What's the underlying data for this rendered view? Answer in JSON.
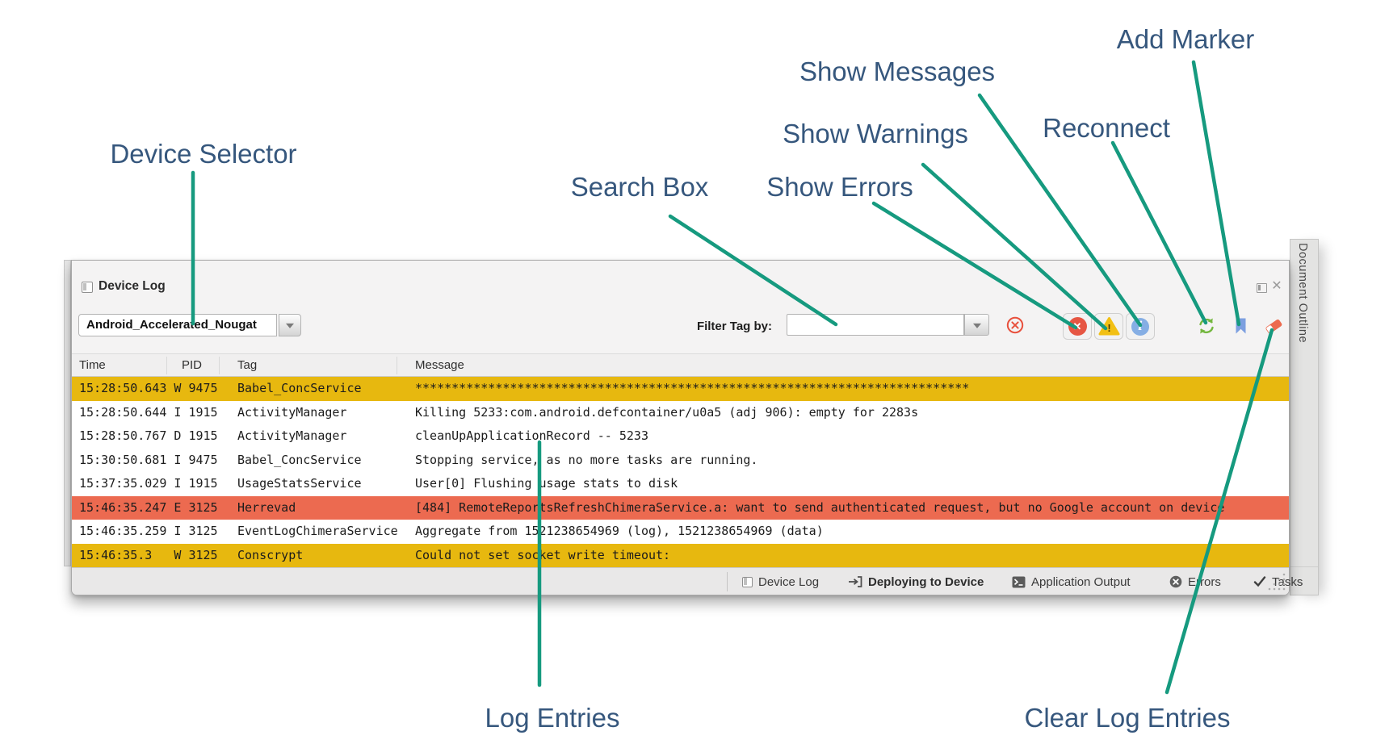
{
  "annotations": {
    "device_selector": "Device Selector",
    "search_box": "Search Box",
    "show_errors": "Show Errors",
    "show_warnings": "Show Warnings",
    "show_messages": "Show Messages",
    "reconnect": "Reconnect",
    "add_marker": "Add Marker",
    "log_entries": "Log Entries",
    "clear_log_entries": "Clear Log Entries"
  },
  "panel": {
    "title": "Device Log",
    "device_selector_value": "Android_Accelerated_Nougat",
    "filter_label": "Filter Tag by:",
    "filter_value": "",
    "sidebar_label": "Document Outline",
    "toolbar_icons": {
      "clear_filter": "circle-x-outline",
      "show_errors": "red-circle-x",
      "show_warnings": "yellow-triangle-exclamation",
      "show_messages": "blue-circle-info",
      "reconnect": "green-refresh-arrows",
      "add_marker": "blue-bookmark",
      "clear_log": "red-eraser"
    },
    "window_icons": {
      "float": "float-panel",
      "close": "close-x"
    }
  },
  "table": {
    "columns": [
      "Time",
      "PID",
      "Tag",
      "Message"
    ],
    "rows": [
      {
        "time": "15:28:50.643",
        "level": "W",
        "pid": "9475",
        "tag": "Babel_ConcService",
        "message": "****************************************************************************",
        "type": "warning"
      },
      {
        "time": "15:28:50.644",
        "level": "I",
        "pid": "1915",
        "tag": "ActivityManager",
        "message": "Killing 5233:com.android.defcontainer/u0a5 (adj 906): empty for 2283s",
        "type": "info"
      },
      {
        "time": "15:28:50.767",
        "level": "D",
        "pid": "1915",
        "tag": "ActivityManager",
        "message": "cleanUpApplicationRecord -- 5233",
        "type": "debug"
      },
      {
        "time": "15:30:50.681",
        "level": "I",
        "pid": "9475",
        "tag": "Babel_ConcService",
        "message": "Stopping service, as no more tasks are running.",
        "type": "info"
      },
      {
        "time": "15:37:35.029",
        "level": "I",
        "pid": "1915",
        "tag": "UsageStatsService",
        "message": "User[0] Flushing usage stats to disk",
        "type": "info"
      },
      {
        "time": "15:46:35.247",
        "level": "E",
        "pid": "3125",
        "tag": "Herrevad",
        "message": "[484] RemoteReportsRefreshChimeraService.a: want to send authenticated request, but no Google account on device",
        "type": "error"
      },
      {
        "time": "15:46:35.259",
        "level": "I",
        "pid": "3125",
        "tag": "EventLogChimeraService",
        "message": "Aggregate from 1521238654969 (log), 1521238654969 (data)",
        "type": "info"
      },
      {
        "time": "15:46:35.3",
        "level": "W",
        "pid": "3125",
        "tag": "Conscrypt",
        "message": "Could not set socket write timeout:",
        "type": "warning"
      }
    ]
  },
  "statusbar": {
    "items": [
      {
        "label": "Device Log",
        "icon": "panel-icon",
        "bold": false
      },
      {
        "label": "Deploying to Device",
        "icon": "deploy-arrow-icon",
        "bold": true
      },
      {
        "label": "Application Output",
        "icon": "terminal-icon",
        "bold": false
      },
      {
        "label": "Errors",
        "icon": "dark-circle-x-icon",
        "bold": false
      },
      {
        "label": "Tasks",
        "icon": "checkmark-icon",
        "bold": false
      }
    ]
  },
  "colors": {
    "warning_row": "#e7b80f",
    "error_row": "#ec6a50",
    "callout_line": "#169a7f",
    "annotation_text": "#36577d"
  }
}
